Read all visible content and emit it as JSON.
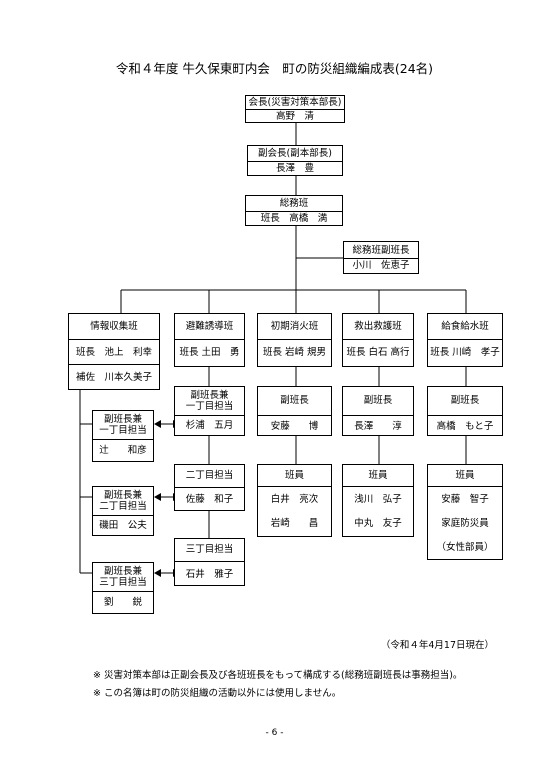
{
  "title": "令和４年度 牛久保東町内会　町の防災組織編成表(24名)",
  "chairman": {
    "role": "会長(災害対策本部長)",
    "name": "高野　清"
  },
  "vice_chairman": {
    "role": "副会長(副本部長)",
    "name": "長澤　豊"
  },
  "general": {
    "role": "総務班",
    "name": "班長　高橋　満"
  },
  "general_vice": {
    "role": "総務班副班長",
    "name": "小川　佐恵子"
  },
  "teams": {
    "info": {
      "role": "情報収集班",
      "leader": "班長　池上　利幸",
      "assistant": "補佐　川本久美子"
    },
    "evac": {
      "role": "避難誘導班",
      "leader": "班長 土田　勇"
    },
    "fire": {
      "role": "初期消火班",
      "leader": "班長 岩崎 規男"
    },
    "rescue": {
      "role": "救出救護班",
      "leader": "班長 白石 高行"
    },
    "supply": {
      "role": "給食給水班",
      "leader": "班長 川崎　孝子"
    }
  },
  "info_sub": [
    {
      "role_line1": "副班長兼",
      "role_line2": "一丁目担当",
      "name": "辻　　和彦"
    },
    {
      "role_line1": "副班長兼",
      "role_line2": "二丁目担当",
      "name": "磯田　公夫"
    },
    {
      "role_line1": "副班長兼",
      "role_line2": "三丁目担当",
      "name": "劉　　鋭"
    }
  ],
  "evac_sub": [
    {
      "role_line1": "副班長兼",
      "role_line2": "一丁目担当",
      "name": "杉浦　五月"
    },
    {
      "role": "二丁目担当",
      "name": "佐藤　和子"
    },
    {
      "role": "三丁目担当",
      "name": "石井　雅子"
    }
  ],
  "fire_sub": {
    "vice": {
      "role": "副班長",
      "name": "安藤　　博"
    },
    "members": {
      "role": "班員",
      "names": [
        "白井　亮次",
        "岩崎　　昌"
      ]
    }
  },
  "rescue_sub": {
    "vice": {
      "role": "副班長",
      "name": "長澤　　淳"
    },
    "members": {
      "role": "班員",
      "names": [
        "浅川　弘子",
        "中丸　友子"
      ]
    }
  },
  "supply_sub": {
    "vice": {
      "role": "副班長",
      "name": "高橋　もと子"
    },
    "members": {
      "role": "班員",
      "names": [
        "安藤　智子",
        "家庭防災員",
        "（女性部員）"
      ]
    }
  },
  "date_note": "（令和４年4月17日現在）",
  "notes": [
    "※ 災害対策本部は正副会長及び各班班長をもって構成する(総務班副班長は事務担当)。",
    "※ この名簿は町の防災組織の活動以外には使用しません。"
  ],
  "page_number": "- 6 -"
}
